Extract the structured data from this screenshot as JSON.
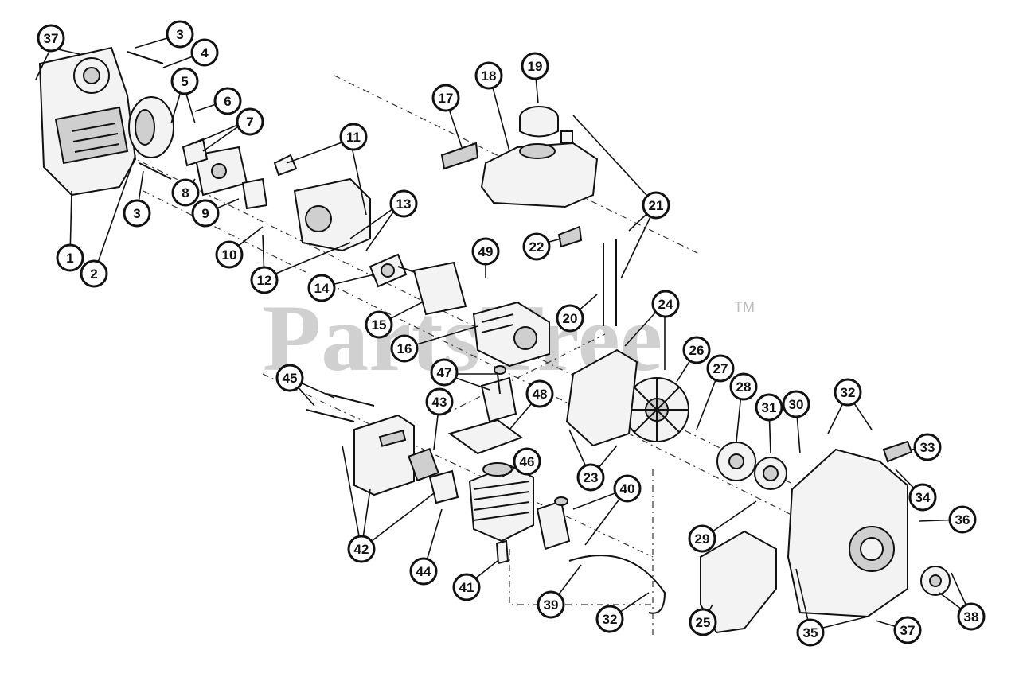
{
  "watermark": {
    "text": "PartsTree",
    "trademark": "TM"
  },
  "callouts": [
    "1",
    "2",
    "3",
    "4",
    "5",
    "6",
    "7",
    "8",
    "9",
    "10",
    "11",
    "12",
    "13",
    "14",
    "15",
    "16",
    "17",
    "18",
    "19",
    "20",
    "21",
    "22",
    "23",
    "24",
    "25",
    "26",
    "27",
    "28",
    "29",
    "30",
    "31",
    "32",
    "33",
    "34",
    "35",
    "36",
    "37",
    "38",
    "39",
    "40",
    "41",
    "42",
    "43",
    "44",
    "45",
    "46",
    "47",
    "48",
    "49"
  ]
}
